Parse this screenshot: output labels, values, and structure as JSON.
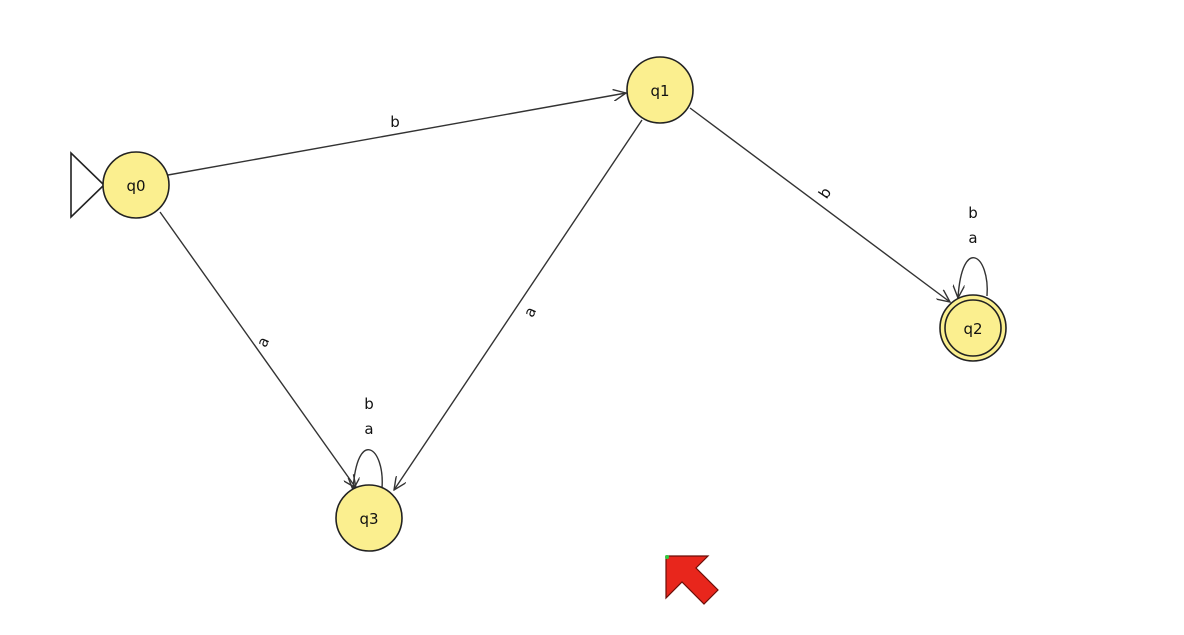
{
  "diagram": {
    "type": "finite-automaton",
    "colors": {
      "state_fill": "#fbef8f",
      "state_stroke": "#222222",
      "edge": "#333333",
      "cursor": "#e8261c"
    },
    "initial_state": "q0",
    "final_states": [
      "q2"
    ],
    "states": [
      {
        "id": "q0",
        "label": "q0"
      },
      {
        "id": "q1",
        "label": "q1"
      },
      {
        "id": "q2",
        "label": "q2"
      },
      {
        "id": "q3",
        "label": "q3"
      }
    ],
    "transitions": [
      {
        "id": "q0-q1",
        "from": "q0",
        "to": "q1",
        "label": "b"
      },
      {
        "id": "q0-q3",
        "from": "q0",
        "to": "q3",
        "label": "a"
      },
      {
        "id": "q1-q3",
        "from": "q1",
        "to": "q3",
        "label": "a"
      },
      {
        "id": "q1-q2",
        "from": "q1",
        "to": "q2",
        "label": "b"
      },
      {
        "id": "q2-q2",
        "from": "q2",
        "to": "q2",
        "labels": [
          "b",
          "a"
        ]
      },
      {
        "id": "q3-q3",
        "from": "q3",
        "to": "q3",
        "labels": [
          "b",
          "a"
        ]
      }
    ],
    "cursor_icon": "mouse-pointer-icon"
  }
}
